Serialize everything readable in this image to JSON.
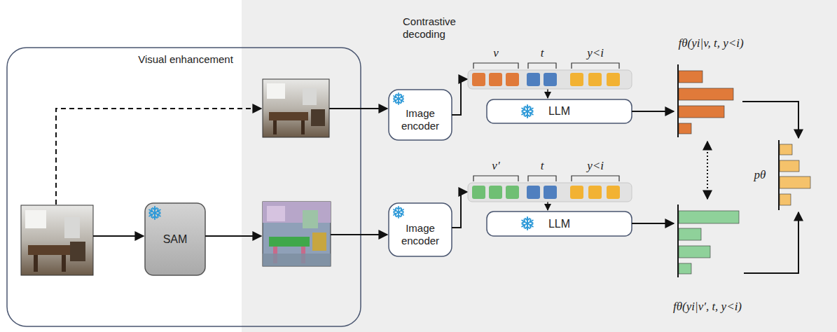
{
  "diagram": {
    "nodes": [
      {
        "text": [
          "Visual enhancement"
        ]
      },
      {
        "text": [
          "SAM"
        ],
        "in": 0
      },
      {
        "text": [
          "Contrastive decoding"
        ]
      },
      {
        "text": [
          "Image encoder"
        ],
        "in": 2
      },
      {
        "text": [
          "LLM"
        ],
        "in": 2
      },
      {
        "text": [
          "Image encoder"
        ],
        "in": 2
      },
      {
        "text": [
          "LLM"
        ],
        "in": 2
      }
    ],
    "labels": [
      "v",
      "t",
      "y<i",
      "fθ(yi|v, t, y<i)",
      "pθ",
      "v′",
      "t",
      "y<i",
      "fθ(yi|v′, t, y<i)"
    ]
  }
}
